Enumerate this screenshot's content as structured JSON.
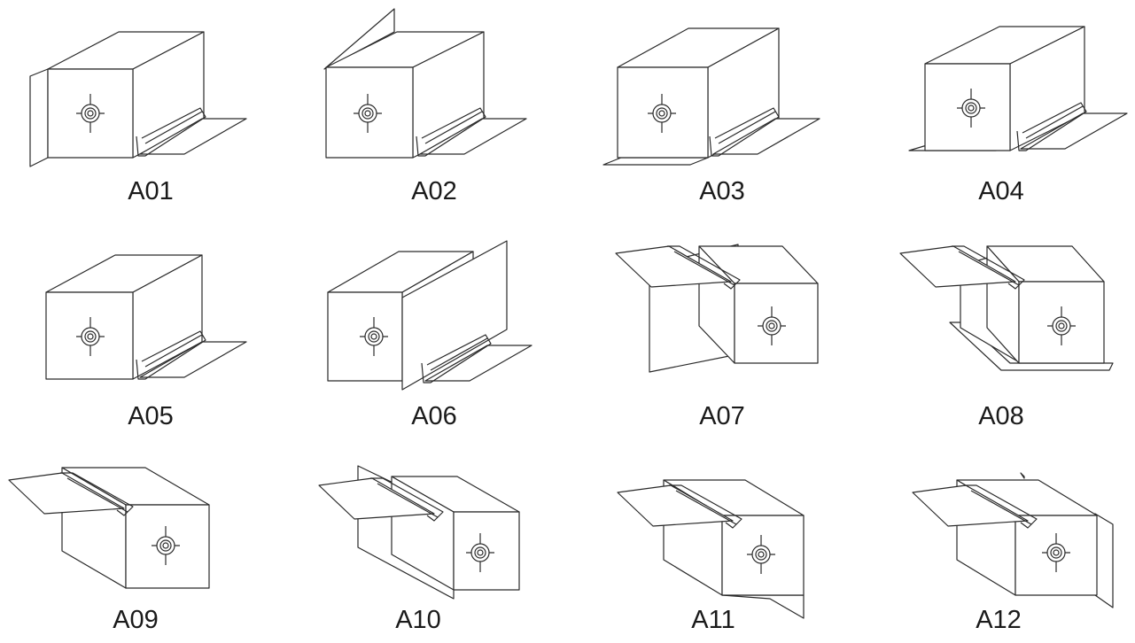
{
  "figures": [
    {
      "label": "A01"
    },
    {
      "label": "A02"
    },
    {
      "label": "A03"
    },
    {
      "label": "A04"
    },
    {
      "label": "A05"
    },
    {
      "label": "A06"
    },
    {
      "label": "A07"
    },
    {
      "label": "A08"
    },
    {
      "label": "A09"
    },
    {
      "label": "A10"
    },
    {
      "label": "A11"
    },
    {
      "label": "A12"
    }
  ]
}
